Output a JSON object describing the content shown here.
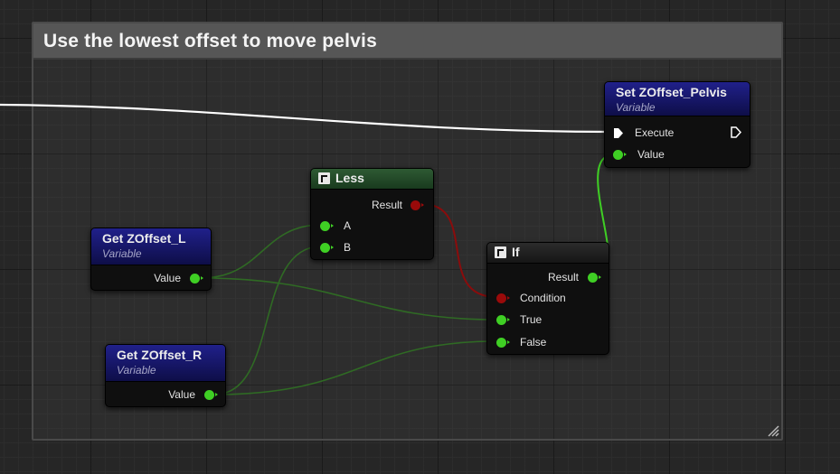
{
  "comment": {
    "title": "Use the lowest offset to move pelvis"
  },
  "colors": {
    "float_pin": "#3fcf24",
    "bool_pin": "#9a0a0a",
    "exec_wire": "#ffffff",
    "variable_header": "#20208a",
    "function_header": "#2e5a33"
  },
  "nodes": {
    "get_zoffset_l": {
      "title": "Get ZOffset_L",
      "subtitle": "Variable",
      "output": "Value"
    },
    "get_zoffset_r": {
      "title": "Get ZOffset_R",
      "subtitle": "Variable",
      "output": "Value"
    },
    "less": {
      "title": "Less",
      "output": "Result",
      "inputs": [
        "A",
        "B"
      ]
    },
    "if": {
      "title": "If",
      "output": "Result",
      "inputs": [
        "Condition",
        "True",
        "False"
      ]
    },
    "set_zoffset_pelvis": {
      "title": "Set ZOffset_Pelvis",
      "subtitle": "Variable",
      "inputs": [
        "Execute",
        "Value"
      ]
    }
  }
}
